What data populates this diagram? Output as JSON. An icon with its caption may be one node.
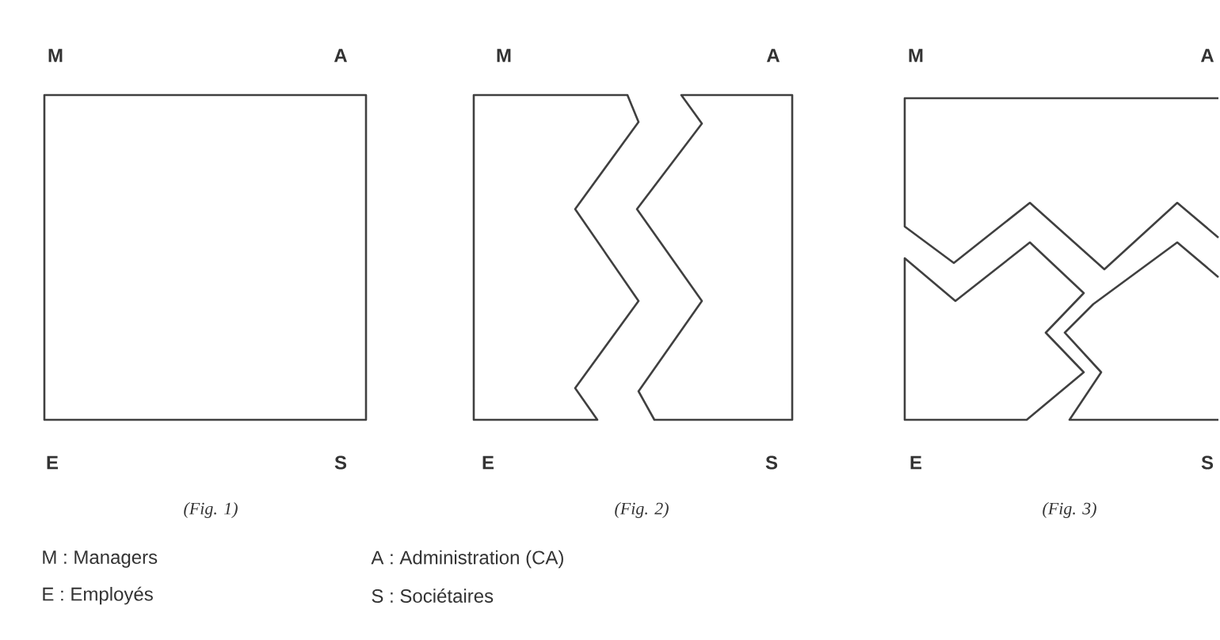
{
  "diagram": {
    "labels": [
      "M",
      "A",
      "M",
      "A",
      "M",
      "A",
      "E",
      "S",
      "E",
      "S",
      "E",
      "S",
      "(Fig. 1)",
      "(Fig. 2)",
      "(Fig. 3)",
      "M : Managers",
      "A : Administration (CA)",
      "E : Employés",
      "S : Sociétaires"
    ]
  }
}
